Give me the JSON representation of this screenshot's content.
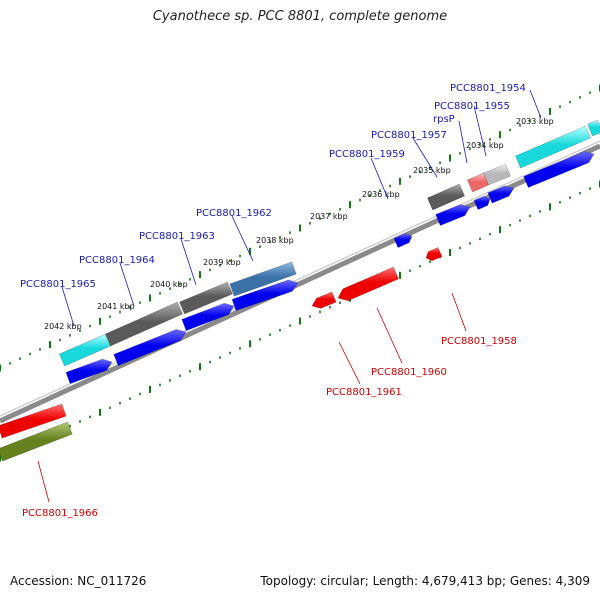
{
  "title": "Cyanothece sp. PCC 8801, complete genome",
  "footer": {
    "accession": "Accession: NC_011726",
    "topology": "Topology: circular; Length: 4,679,413 bp; Genes: 4,309"
  },
  "colors": {
    "forward": "#0000ee",
    "reverse": "#ee0000",
    "backbone": "#888888",
    "ticks": "#117711",
    "label_forward": "#1a1aaa",
    "label_reverse": "#cc0000"
  },
  "kbp_ticks": [
    "2033 kbp",
    "2034 kbp",
    "2035 kbp",
    "2036 kbp",
    "2037 kbp",
    "2038 kbp",
    "2039 kbp",
    "2040 kbp",
    "2041 kbp",
    "2042 kbp"
  ],
  "gene_labels": {
    "forward": [
      "PCC8801_1954",
      "PCC8801_1955",
      "rpsP",
      "PCC8801_1957",
      "PCC8801_1959",
      "PCC8801_1962",
      "PCC8801_1963",
      "PCC8801_1964",
      "PCC8801_1965"
    ],
    "reverse": [
      "PCC8801_1958",
      "PCC8801_1960",
      "PCC8801_1961",
      "PCC8801_1966"
    ]
  }
}
